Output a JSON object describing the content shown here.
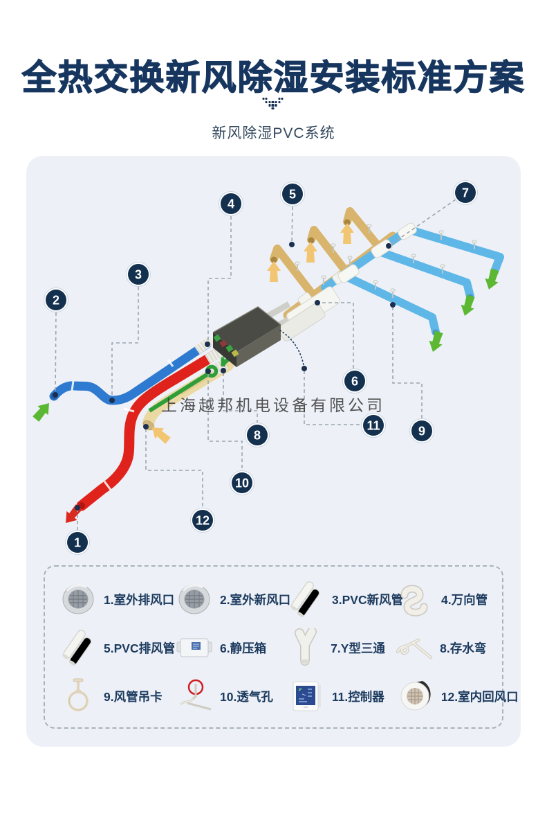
{
  "header": {
    "title": "全热交换新风除湿安装标准方案",
    "subtitle": "新风除湿PVC系统"
  },
  "watermark": "上海越邦机电设备有限公司",
  "diagram": {
    "markers": [
      "1",
      "2",
      "3",
      "4",
      "5",
      "6",
      "7",
      "8",
      "9",
      "10",
      "11",
      "12"
    ]
  },
  "legend": {
    "items": [
      {
        "label": "1.室外排风口",
        "icon": "outdoor-exhaust-vent"
      },
      {
        "label": "2.室外新风口",
        "icon": "outdoor-fresh-air-vent"
      },
      {
        "label": "3.PVC新风管",
        "icon": "pvc-fresh-air-pipe"
      },
      {
        "label": "4.万向管",
        "icon": "universal-flex-pipe"
      },
      {
        "label": "5.PVC排风管",
        "icon": "pvc-exhaust-pipe"
      },
      {
        "label": "6.静压箱",
        "icon": "static-pressure-box"
      },
      {
        "label": "7.Y型三通",
        "icon": "y-tee-fitting"
      },
      {
        "label": "8.存水弯",
        "icon": "p-trap"
      },
      {
        "label": "9.风管吊卡",
        "icon": "duct-hanger-clamp"
      },
      {
        "label": "10.透气孔",
        "icon": "vent-hole"
      },
      {
        "label": "11.控制器",
        "icon": "controller"
      },
      {
        "label": "12.室内回风口",
        "icon": "indoor-return-grille"
      }
    ]
  },
  "colors": {
    "title_navy": "#17365f",
    "panel_bg": "#edf1f7",
    "marker_navy": "#14304f",
    "pipe_blue": "#2e7ad0",
    "pipe_red": "#df231c",
    "pipe_tan": "#d9b46c",
    "pipe_light_blue": "#5fb7e8",
    "pipe_cream": "#ead9a2",
    "pipe_green": "#2f9e38",
    "arrow_green": "#5cb832",
    "arrow_yellow": "#f2c572",
    "leader_gray": "#9ba6b2"
  }
}
